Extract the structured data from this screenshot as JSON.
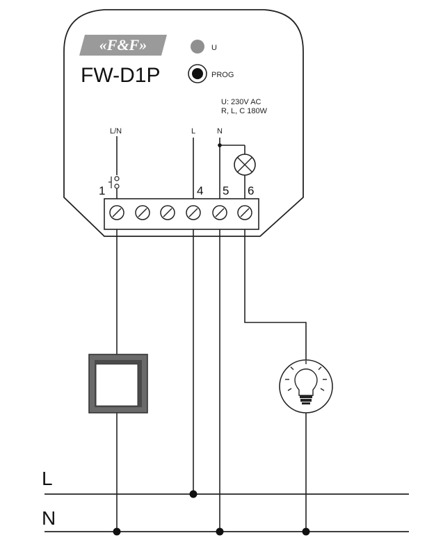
{
  "device": {
    "logo": "«F&F»",
    "model": "FW-D1P",
    "led_label": "U",
    "button_label": "PROG",
    "spec_line1": "U: 230V AC",
    "spec_line2": "R, L, C 180W",
    "label_ln": "L/N",
    "label_l": "L",
    "label_n": "N"
  },
  "terminals": {
    "t1": "1",
    "t4": "4",
    "t5": "5",
    "t6": "6"
  },
  "bus": {
    "l": "L",
    "n": "N"
  },
  "colors": {
    "line": "#222222",
    "logo_bg": "#9a9a9a",
    "led": "#8f8f8f",
    "switch_frame": "#555555"
  }
}
